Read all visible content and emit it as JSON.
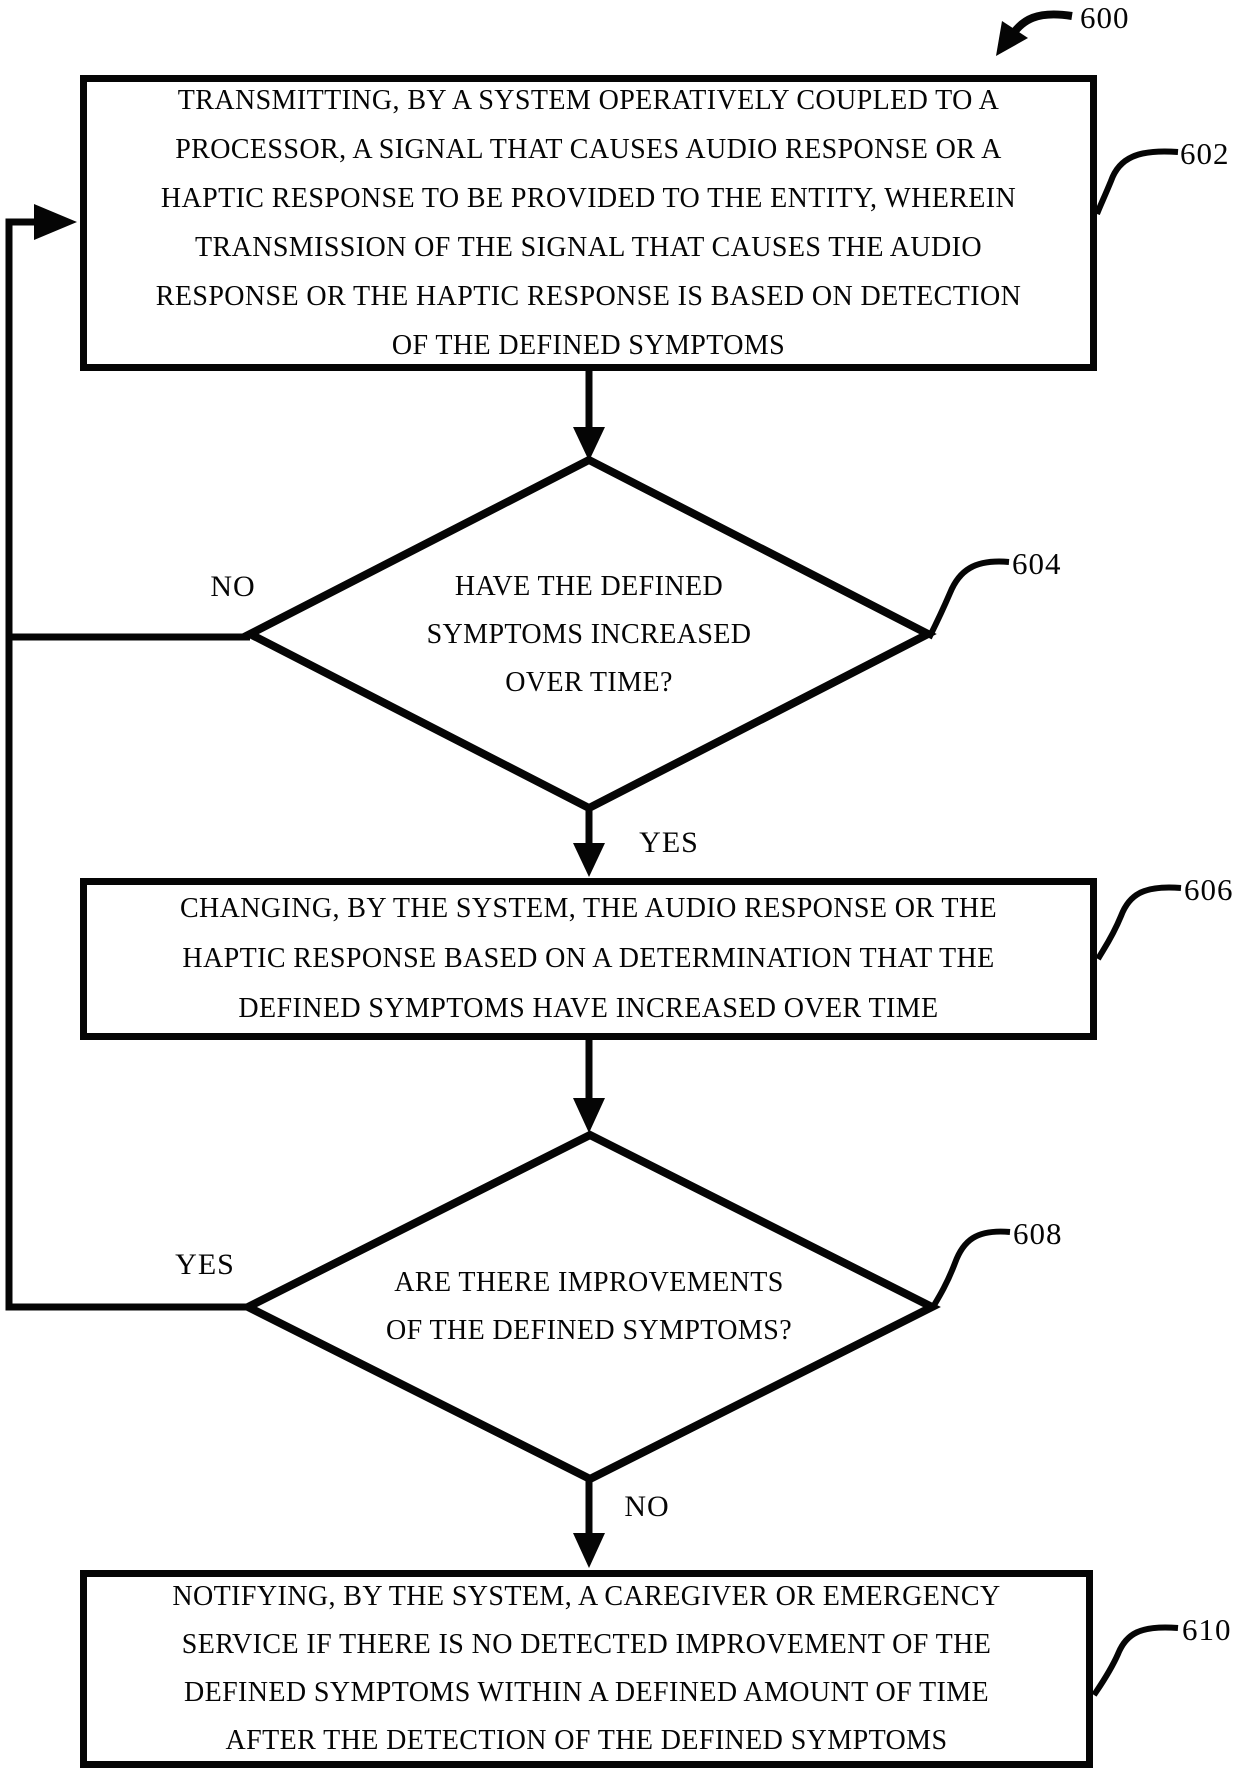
{
  "figure": {
    "figure_ref": "600",
    "ink_color": "#050505",
    "background_color": "#ffffff",
    "steps": [
      {
        "ref": "602",
        "shape": "rectangle",
        "text": "TRANSMITTING, BY A SYSTEM OPERATIVELY COUPLED TO A\nPROCESSOR, A SIGNAL THAT CAUSES AUDIO RESPONSE OR A\nHAPTIC RESPONSE TO BE PROVIDED TO THE ENTITY, WHEREIN\nTRANSMISSION OF THE SIGNAL THAT CAUSES THE AUDIO\nRESPONSE OR THE HAPTIC RESPONSE IS BASED ON DETECTION\nOF THE DEFINED SYMPTOMS"
      },
      {
        "ref": "604",
        "shape": "decision-diamond",
        "text": "HAVE THE DEFINED\nSYMPTOMS INCREASED\nOVER TIME?"
      },
      {
        "ref": "606",
        "shape": "rectangle",
        "text": "CHANGING, BY THE SYSTEM, THE AUDIO RESPONSE OR THE\nHAPTIC RESPONSE BASED ON A DETERMINATION THAT THE\nDEFINED SYMPTOMS HAVE INCREASED OVER TIME"
      },
      {
        "ref": "608",
        "shape": "decision-diamond",
        "text": "ARE THERE IMPROVEMENTS\nOF THE DEFINED SYMPTOMS?"
      },
      {
        "ref": "610",
        "shape": "rectangle",
        "text": "NOTIFYING, BY THE SYSTEM, A CAREGIVER OR EMERGENCY\nSERVICE IF THERE IS NO DETECTED IMPROVEMENT OF THE\nDEFINED SYMPTOMS WITHIN A DEFINED AMOUNT OF TIME\nAFTER THE DETECTION OF THE DEFINED SYMPTOMS"
      }
    ],
    "branch_labels": {
      "d604_no": "NO",
      "d604_yes": "YES",
      "d608_yes": "YES",
      "d608_no": "NO"
    }
  }
}
